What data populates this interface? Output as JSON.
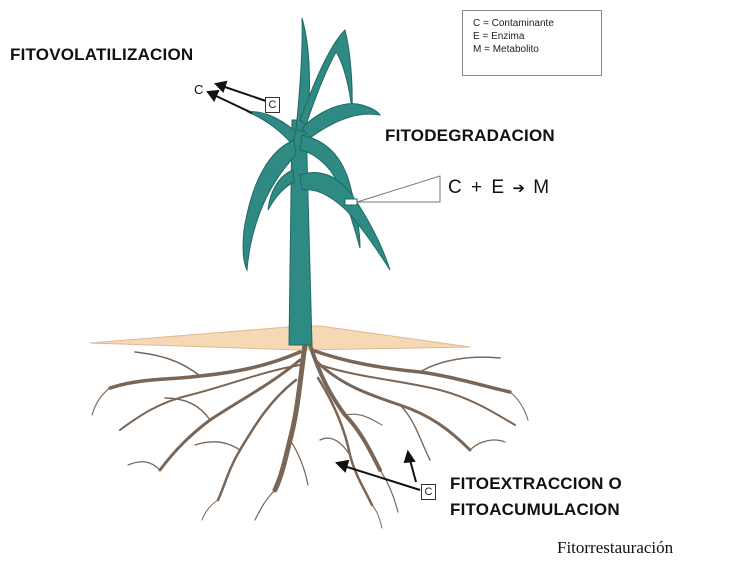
{
  "labels": {
    "fitovolatilizacion": "FITOVOLATILIZACION",
    "fitodegradacion": "FITODEGRADACION",
    "fitoextraccion_line1": "FITOEXTRACCION O",
    "fitoextraccion_line2": "FITOACUMULACION"
  },
  "caption": "Fitorrestauración",
  "equation": {
    "c": "C",
    "plus": "+",
    "e": "E",
    "arrow": "➔",
    "m": "M"
  },
  "markers": {
    "volat_c_text": "C",
    "leaf_box": "C",
    "root_box": "C"
  },
  "legend": [
    "C  =  Contaminante",
    "E  =  Enzima",
    "M  =  Metabolito"
  ],
  "colors": {
    "plant": "#2f8a84",
    "plant_dark": "#1e6a65",
    "soil": "#f6d8b4",
    "root": "#7a6656"
  }
}
